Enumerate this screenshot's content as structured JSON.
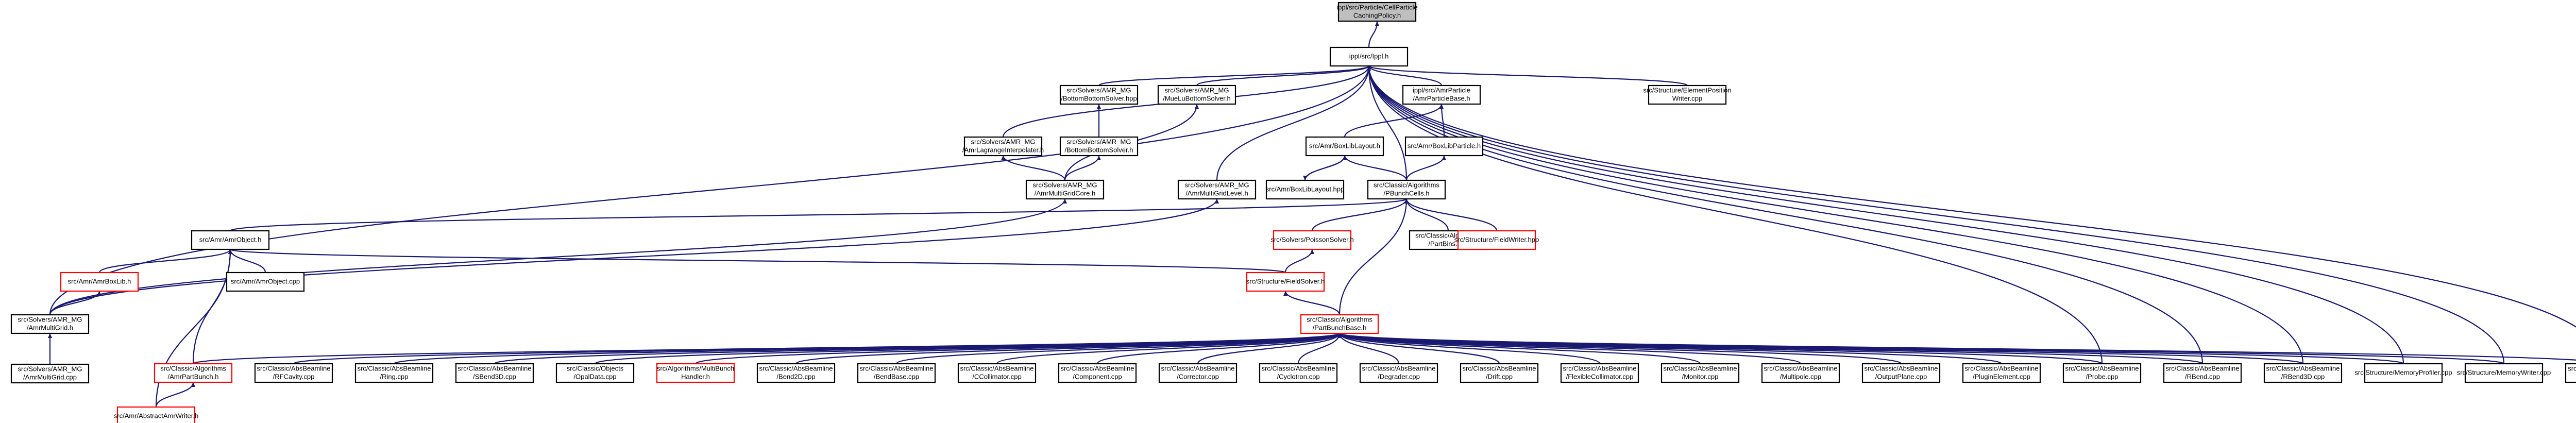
{
  "colors": {
    "edge": "#191970",
    "box_fill": "#ffffff",
    "box_stroke": "#000000",
    "box_stroke_linked": "#ff0000",
    "root_fill": "#bfbfbf",
    "text": "#000000"
  },
  "nodes": [
    {
      "id": "root",
      "lines": [
        "ippl/src/Particle/CellParticle",
        "CachingPolicy.h"
      ],
      "style": "root"
    },
    {
      "id": "ippl",
      "lines": [
        "ippl/src/Ippl.h"
      ],
      "style": "normal"
    },
    {
      "id": "sem",
      "lines": [
        "src/Structure/ElementPosition",
        "Writer.cpp"
      ],
      "style": "normal"
    },
    {
      "id": "ambbs_hpp",
      "lines": [
        "src/Solvers/AMR_MG",
        "/BottomBottomSolver.hpp"
      ],
      "style": "normal"
    },
    {
      "id": "amlb",
      "lines": [
        "src/Solvers/AMR_MG",
        "/MueLuBottomSolver.h"
      ],
      "style": "normal"
    },
    {
      "id": "amrpb",
      "lines": [
        "ippl/src/AmrParticle",
        "/AmrParticleBase.h"
      ],
      "style": "normal"
    },
    {
      "id": "amlag",
      "lines": [
        "src/Solvers/AMR_MG",
        "/AmrLagrangeInterpolater.h"
      ],
      "style": "normal"
    },
    {
      "id": "ambbs_h",
      "lines": [
        "src/Solvers/AMR_MG",
        "/BottomBottomSolver.h"
      ],
      "style": "normal"
    },
    {
      "id": "boxliblayout",
      "lines": [
        "src/Amr/BoxLibLayout.h"
      ],
      "style": "normal"
    },
    {
      "id": "boxlibparticle",
      "lines": [
        "src/Amr/BoxLibParticle.h"
      ],
      "style": "normal"
    },
    {
      "id": "amgcore",
      "lines": [
        "src/Solvers/AMR_MG",
        "/AmrMultiGridCore.h"
      ],
      "style": "normal"
    },
    {
      "id": "amglevel",
      "lines": [
        "src/Solvers/AMR_MG",
        "/AmrMultiGridLevel.h"
      ],
      "style": "normal"
    },
    {
      "id": "boxliblayout_hpp",
      "lines": [
        "src/Amr/BoxLibLayout.hpp"
      ],
      "style": "normal"
    },
    {
      "id": "pbc",
      "lines": [
        "src/Classic/Algorithms",
        "/PBunchCells.h"
      ],
      "style": "normal"
    },
    {
      "id": "amrobject_h",
      "lines": [
        "src/Amr/AmrObject.h"
      ],
      "style": "normal"
    },
    {
      "id": "poisson",
      "lines": [
        "src/Solvers/PoissonSolver.h"
      ],
      "style": "linked"
    },
    {
      "id": "partbins",
      "lines": [
        "src/Classic/Algorithms",
        "/PartBins.cpp"
      ],
      "style": "normal"
    },
    {
      "id": "fieldwriter",
      "lines": [
        "src/Structure/FieldWriter.hpp"
      ],
      "style": "linked"
    },
    {
      "id": "amrboxlib",
      "lines": [
        "src/Amr/AmrBoxLib.h"
      ],
      "style": "linked"
    },
    {
      "id": "amrobject_cpp",
      "lines": [
        "src/Amr/AmrObject.cpp"
      ],
      "style": "normal"
    },
    {
      "id": "fieldsolver",
      "lines": [
        "src/Structure/FieldSolver.h"
      ],
      "style": "linked"
    },
    {
      "id": "amgrid_h",
      "lines": [
        "src/Solvers/AMR_MG",
        "/AmrMultiGrid.h"
      ],
      "style": "normal"
    },
    {
      "id": "pbunch",
      "lines": [
        "src/Classic/Algorithms",
        "/PartBunchBase.h"
      ],
      "style": "linked"
    },
    {
      "id": "amgrid_cpp",
      "lines": [
        "src/Solvers/AMR_MG",
        "/AmrMultiGrid.cpp"
      ],
      "style": "normal"
    },
    {
      "id": "b_amrpb",
      "lines": [
        "src/Classic/Algorithms",
        "/AmrPartBunch.h"
      ],
      "style": "linked"
    },
    {
      "id": "b_rfcav",
      "lines": [
        "src/Classic/AbsBeamline",
        "/RFCavity.cpp"
      ],
      "style": "normal"
    },
    {
      "id": "b_ring",
      "lines": [
        "src/Classic/AbsBeamline",
        "/Ring.cpp"
      ],
      "style": "normal"
    },
    {
      "id": "b_sb2d",
      "lines": [
        "src/Classic/AbsBeamline",
        "/SBend3D.cpp"
      ],
      "style": "normal"
    },
    {
      "id": "b_optics",
      "lines": [
        "src/Classic/Objects",
        "/OpalData.cpp"
      ],
      "style": "normal"
    },
    {
      "id": "b_mbh",
      "lines": [
        "src/Algorithms/MultiBunch",
        "Handler.h"
      ],
      "style": "linked"
    },
    {
      "id": "b_bend2d",
      "lines": [
        "src/Classic/AbsBeamline",
        "/Bend2D.cpp"
      ],
      "style": "normal"
    },
    {
      "id": "b_bendbase",
      "lines": [
        "src/Classic/AbsBeamline",
        "/BendBase.cpp"
      ],
      "style": "normal"
    },
    {
      "id": "b_ccoll",
      "lines": [
        "src/Classic/AbsBeamline",
        "/CCollimator.cpp"
      ],
      "style": "normal"
    },
    {
      "id": "b_comp",
      "lines": [
        "src/Classic/AbsBeamline",
        "/Component.cpp"
      ],
      "style": "normal"
    },
    {
      "id": "b_corr",
      "lines": [
        "src/Classic/AbsBeamline",
        "/Corrector.cpp"
      ],
      "style": "normal"
    },
    {
      "id": "b_cycl",
      "lines": [
        "src/Classic/AbsBeamline",
        "/Cyclotron.cpp"
      ],
      "style": "normal"
    },
    {
      "id": "b_degr",
      "lines": [
        "src/Classic/AbsBeamline",
        "/Degrader.cpp"
      ],
      "style": "normal"
    },
    {
      "id": "b_drift",
      "lines": [
        "src/Classic/AbsBeamline",
        "/Drift.cpp"
      ],
      "style": "normal"
    },
    {
      "id": "b_flex",
      "lines": [
        "src/Classic/AbsBeamline",
        "/FlexibleCollimator.cpp"
      ],
      "style": "normal"
    },
    {
      "id": "b_mon",
      "lines": [
        "src/Classic/AbsBeamline",
        "/Monitor.cpp"
      ],
      "style": "normal"
    },
    {
      "id": "b_multi",
      "lines": [
        "src/Classic/AbsBeamline",
        "/Multipole.cpp"
      ],
      "style": "normal"
    },
    {
      "id": "b_outp",
      "lines": [
        "src/Classic/AbsBeamline",
        "/OutputPlane.cpp"
      ],
      "style": "normal"
    },
    {
      "id": "b_plug",
      "lines": [
        "src/Classic/AbsBeamline",
        "/PluginElement.cpp"
      ],
      "style": "normal"
    },
    {
      "id": "b_probe",
      "lines": [
        "src/Classic/AbsBeamline",
        "/Probe.cpp"
      ],
      "style": "normal"
    },
    {
      "id": "b_rband",
      "lines": [
        "src/Classic/AbsBeamline",
        "/RBend.cpp"
      ],
      "style": "normal"
    },
    {
      "id": "b_rband3d",
      "lines": [
        "src/Classic/AbsBeamline",
        "/RBend3D.cpp"
      ],
      "style": "normal"
    },
    {
      "id": "b_memprof",
      "lines": [
        "src/Structure/MemoryProfiler.cpp"
      ],
      "style": "normal"
    },
    {
      "id": "b_memw",
      "lines": [
        "src/Structure/MemoryWriter.cpp"
      ],
      "style": "normal"
    },
    {
      "id": "b_mbdump",
      "lines": [
        "src/Structure/MultiBunch",
        "Dump.cpp"
      ],
      "style": "normal"
    },
    {
      "id": "absamr",
      "lines": [
        "src/Amr/AbstractAmrWriter.h"
      ],
      "style": "linked"
    }
  ]
}
